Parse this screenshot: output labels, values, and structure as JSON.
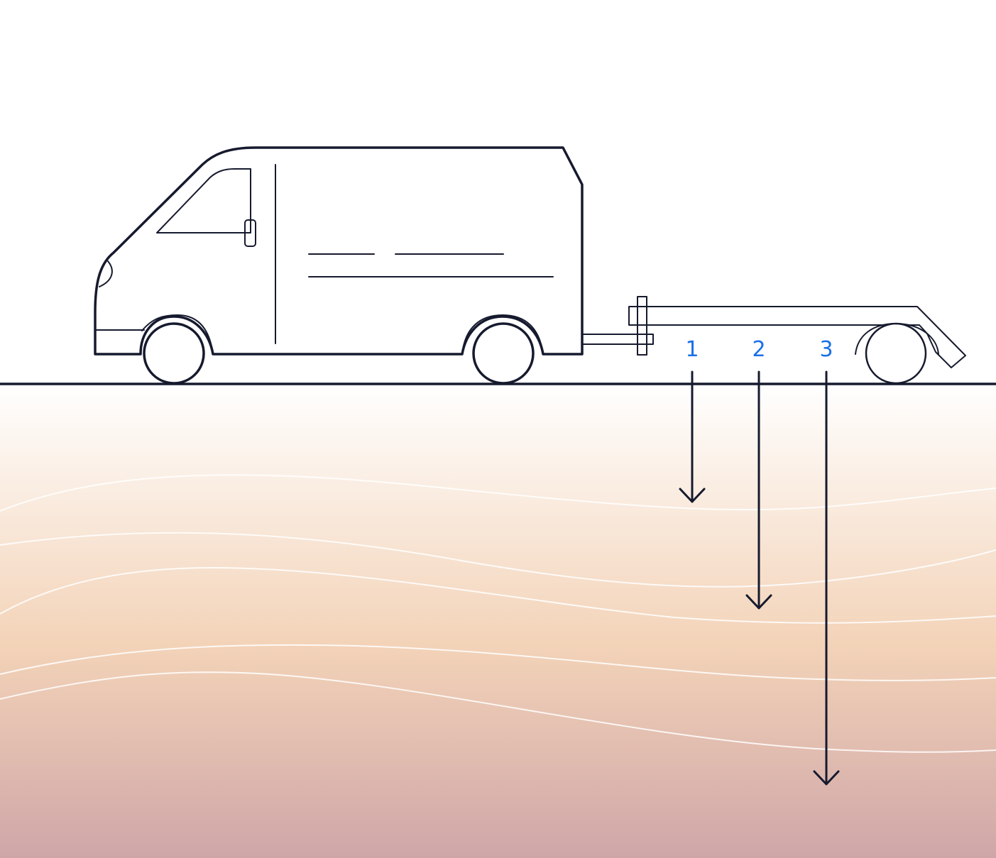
{
  "diagram": {
    "colors": {
      "stroke": "#161a2e",
      "accent": "#1a6fe8",
      "ground_top": "#ffffff",
      "ground_mid": "#f3d3b8",
      "ground_bottom": "#cfa6a8"
    },
    "depth_markers": [
      {
        "label": "1",
        "relative_depth": 1
      },
      {
        "label": "2",
        "relative_depth": 2
      },
      {
        "label": "3",
        "relative_depth": 3
      }
    ]
  }
}
